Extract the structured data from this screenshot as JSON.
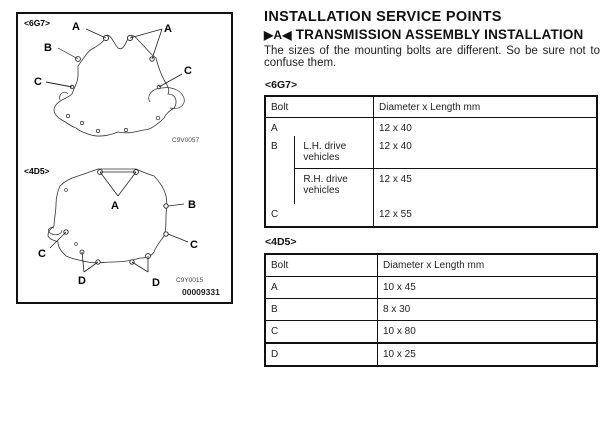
{
  "figure": {
    "top_diagram": {
      "engine_label": "<6G7>",
      "callouts": [
        "A",
        "A",
        "B",
        "C",
        "C"
      ],
      "code": "C9V0057"
    },
    "bottom_diagram": {
      "engine_label": "<4D5>",
      "callouts": [
        "A",
        "B",
        "C",
        "C",
        "D",
        "D"
      ],
      "code": "C9Y0015",
      "figure_number": "00009331"
    }
  },
  "section": {
    "title": "INSTALLATION SERVICE POINTS",
    "subtitle_marker_left": "▶A◀",
    "subtitle": "TRANSMISSION ASSEMBLY INSTALLATION",
    "note": "The sizes of the mounting bolts are different. So be sure not to confuse them."
  },
  "table_6g7": {
    "caption": "<6G7>",
    "headers": [
      "Bolt",
      "Diameter x Length mm"
    ],
    "rows": [
      {
        "bolt": "A",
        "condition": "",
        "size": "12 x 40"
      },
      {
        "bolt": "B",
        "condition": "L.H. drive vehicles",
        "size": "12 x 40"
      },
      {
        "bolt": "",
        "condition": "R.H. drive vehicles",
        "size": "12 x 45"
      },
      {
        "bolt": "C",
        "condition": "",
        "size": "12 x 55"
      }
    ]
  },
  "table_4d5": {
    "caption": "<4D5>",
    "headers": [
      "Bolt",
      "Diameter x Length mm"
    ],
    "rows": [
      {
        "bolt": "A",
        "size": "10 x 45"
      },
      {
        "bolt": "B",
        "size": "8 x 30"
      },
      {
        "bolt": "C",
        "size": "10 x 80"
      },
      {
        "bolt": "D",
        "size": "10 x 25"
      }
    ]
  }
}
